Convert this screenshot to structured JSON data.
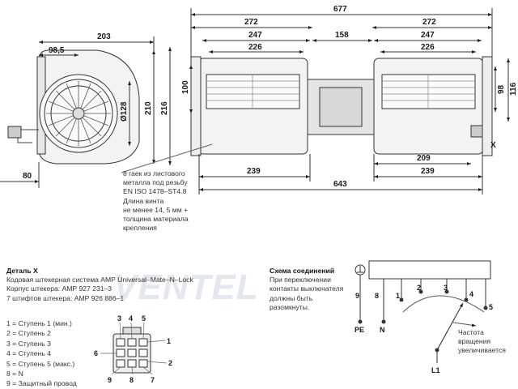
{
  "dimensions": {
    "side": {
      "w203": "203",
      "w98": "98,5",
      "d128": "Ø128",
      "h210": "210",
      "h216": "216",
      "w80": "80"
    },
    "front": {
      "w677": "677",
      "w272": "272",
      "w247a": "247",
      "w226a": "226",
      "w158": "158",
      "w247b": "247",
      "w226b": "226",
      "w272b": "272",
      "h100": "100",
      "h98": "98",
      "h116": "116",
      "w239a": "239",
      "w209": "209",
      "w239b": "239",
      "w643": "643",
      "x_label": "X"
    }
  },
  "note": {
    "lines": [
      "8 гаек из листового",
      "металла под резьбу",
      "EN ISO 1478–ST4.8",
      "Длина винта",
      "не менее 14, 5 мм +",
      "толщина материала",
      "крепления"
    ]
  },
  "detail": {
    "title": "Деталь X",
    "lines": [
      "Кодовая штекерная система AMP Universal–Mate–N–Lock",
      "Корпус штекера: AMP 927 231–3",
      "7 штифтов штекера: AMP 926 886–1"
    ]
  },
  "legend": {
    "items": [
      "1 = Ступень 1 (мин.)",
      "2 = Ступень 2",
      "3 = Ступень 3",
      "4 = Ступень 4",
      "5 = Ступень 5 (макс.)",
      "8 = N",
      "9 = Защитный провод"
    ]
  },
  "connector": {
    "pins": [
      "3",
      "4",
      "5",
      "6",
      "1",
      "2",
      "9",
      "8",
      "7"
    ]
  },
  "scheme": {
    "title": "Схема соединений",
    "lines": [
      "При переключении",
      "контакты выключателя",
      "должны быть",
      "разомкнуты."
    ],
    "wires": [
      "9",
      "8",
      "1",
      "2",
      "3",
      "4",
      "5"
    ],
    "pe": "PE",
    "n": "N",
    "l1": "L1",
    "speed_note": [
      "Частота",
      "вращения",
      "увеличивается"
    ]
  },
  "watermark": "VENTEL"
}
